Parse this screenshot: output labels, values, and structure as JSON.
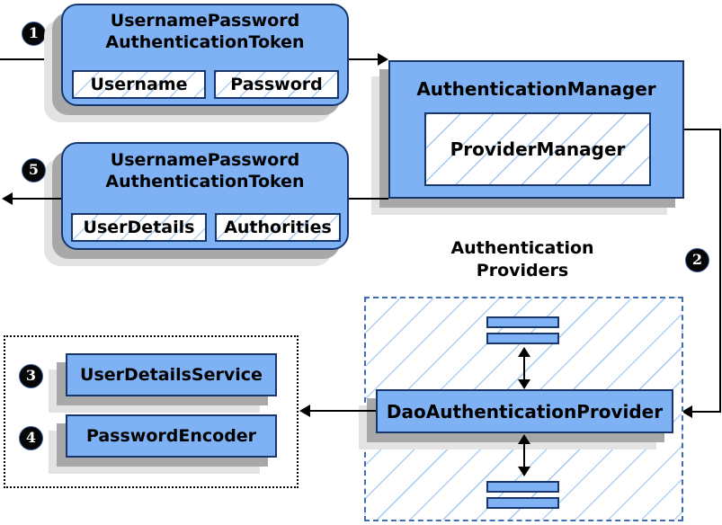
{
  "colors": {
    "box_fill": "#7fb2f4",
    "box_border": "#17366b",
    "hatch_line": "#97c0f0",
    "dashed_border": "#3f6cb3",
    "shadow_dark": "#a8a8a8",
    "shadow_light": "#e3e3e3",
    "badge_bg": "#060606",
    "badge_text": "#ffffff",
    "line": "#000000"
  },
  "badges": {
    "step1": "1",
    "step2": "2",
    "step3": "3",
    "step4": "4",
    "step5": "5"
  },
  "request_token": {
    "title_line1": "UsernamePassword",
    "title_line2": "AuthenticationToken",
    "fields": [
      "Username",
      "Password"
    ]
  },
  "authentication_manager": {
    "title": "AuthenticationManager",
    "inner": "ProviderManager"
  },
  "result_token": {
    "title_line1": "UsernamePassword",
    "title_line2": "AuthenticationToken",
    "fields": [
      "UserDetails",
      "Authorities"
    ]
  },
  "providers": {
    "label_line1": "Authentication",
    "label_line2": "Providers",
    "dao": "DaoAuthenticationProvider"
  },
  "beans": {
    "user_details_service": "UserDetailsService",
    "password_encoder": "PasswordEncoder"
  }
}
